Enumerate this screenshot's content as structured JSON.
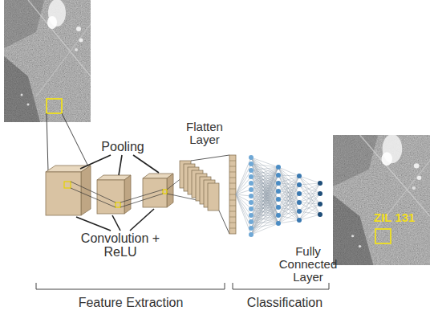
{
  "diagram": {
    "labels": [
      "Pooling",
      "Flatten Layer",
      "ZIL 131",
      "Convolution + ReLU",
      "Fully Connected Layer",
      "Feature Extraction",
      "Classification"
    ]
  }
}
